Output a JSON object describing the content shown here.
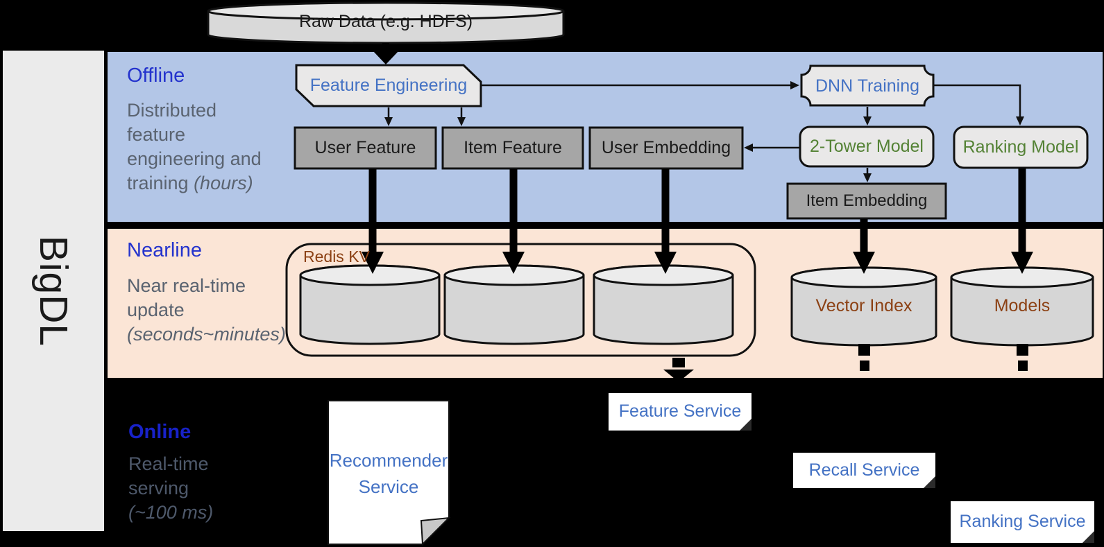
{
  "sidebar": {
    "brand": "BigDL"
  },
  "raw_data": {
    "label": "Raw Data (e.g. HDFS)"
  },
  "sections": {
    "offline": {
      "title": "Offline",
      "desc_lines": [
        "Distributed",
        "feature",
        "engineering and"
      ],
      "desc_tail": "training ",
      "desc_tail_italic": "(hours)"
    },
    "nearline": {
      "title": "Nearline",
      "desc_lines": [
        "Near real-time",
        "update"
      ],
      "desc_italic": "(seconds~minutes)"
    },
    "online": {
      "title": "Online",
      "desc_lines": [
        "Real-time",
        "serving"
      ],
      "desc_italic": "(~100 ms)"
    }
  },
  "offline_nodes": {
    "feature_engineering": "Feature Engineering",
    "dnn_training": "DNN Training",
    "user_feature": "User Feature",
    "item_feature": "Item Feature",
    "user_embedding": "User Embedding",
    "two_tower_model": "2-Tower Model",
    "ranking_model": "Ranking Model",
    "item_embedding": "Item Embedding"
  },
  "nearline_nodes": {
    "redis_kv": "Redis KV",
    "vector_index": "Vector Index",
    "models": "Models"
  },
  "online_nodes": {
    "recommender_service": "Recommender Service",
    "feature_service": "Feature Service",
    "recall_service": "Recall Service",
    "ranking_service": "Ranking Service"
  },
  "colors": {
    "offline_band": "#b3c6e7",
    "nearline_band": "#fbe5d6",
    "background": "#000000",
    "sidebar": "#ebebeb",
    "light_box": "#e9e8e8",
    "gray_box": "#a6a6a6",
    "cylinder": "#d6d6d6",
    "node_text_blue": "#4472c4",
    "node_text_green": "#548235",
    "node_text_brown": "#8c4114",
    "section_title_blue": "#2433cd",
    "section_desc_gray": "#5a6370"
  }
}
